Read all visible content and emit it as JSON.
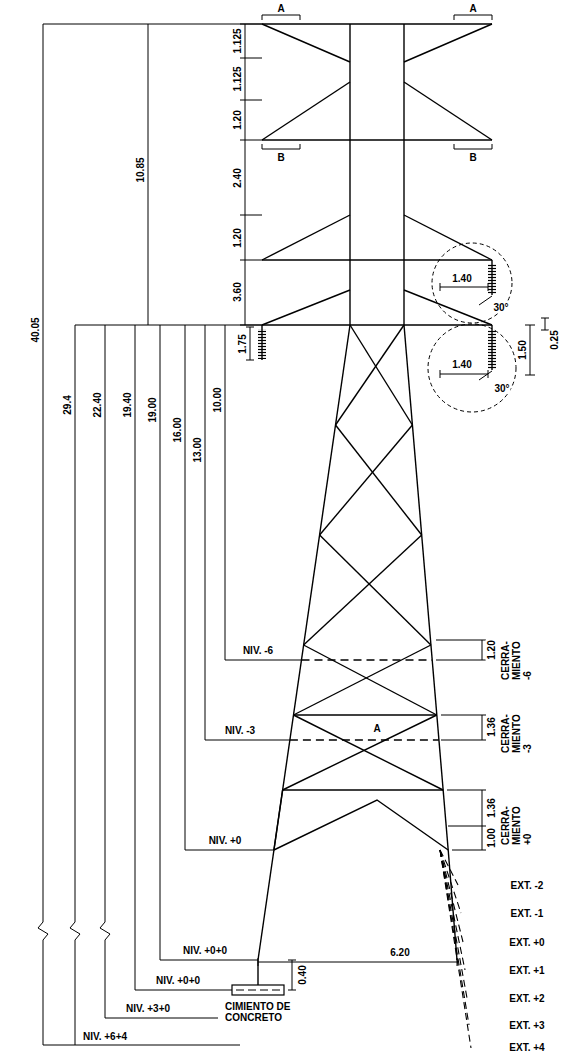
{
  "diagram": {
    "labels": [
      "A",
      "A",
      "1.125",
      "1.125",
      "1.20",
      "B",
      "B",
      "2.40",
      "10.85",
      "1.20",
      "1.40",
      "30°",
      "3.60",
      "1.75",
      "1.40",
      "30°",
      "1.50",
      "0.25",
      "40.05",
      "29.4",
      "22.40",
      "19.40",
      "19.00",
      "16.00",
      "13.00",
      "10.00",
      "NIV. -6",
      "1.20",
      "CERRA- MIENTO -6",
      "NIV. -3",
      "A",
      "1.36",
      "CERRA- MIENTO -3",
      "NIV. +0",
      "1.36",
      "1.00",
      "CERRA- MIENTO +0",
      "EXT. -2",
      "EXT. -1",
      "EXT. +0",
      "EXT. +1",
      "EXT. +2",
      "EXT. +3",
      "EXT. +4",
      "NIV. +0+0",
      "6.20",
      "NIV. +0+0",
      "0.40",
      "NIV. +3+0",
      "CIMIENTO DE CONCRETO",
      "NIV. +6+4"
    ]
  }
}
